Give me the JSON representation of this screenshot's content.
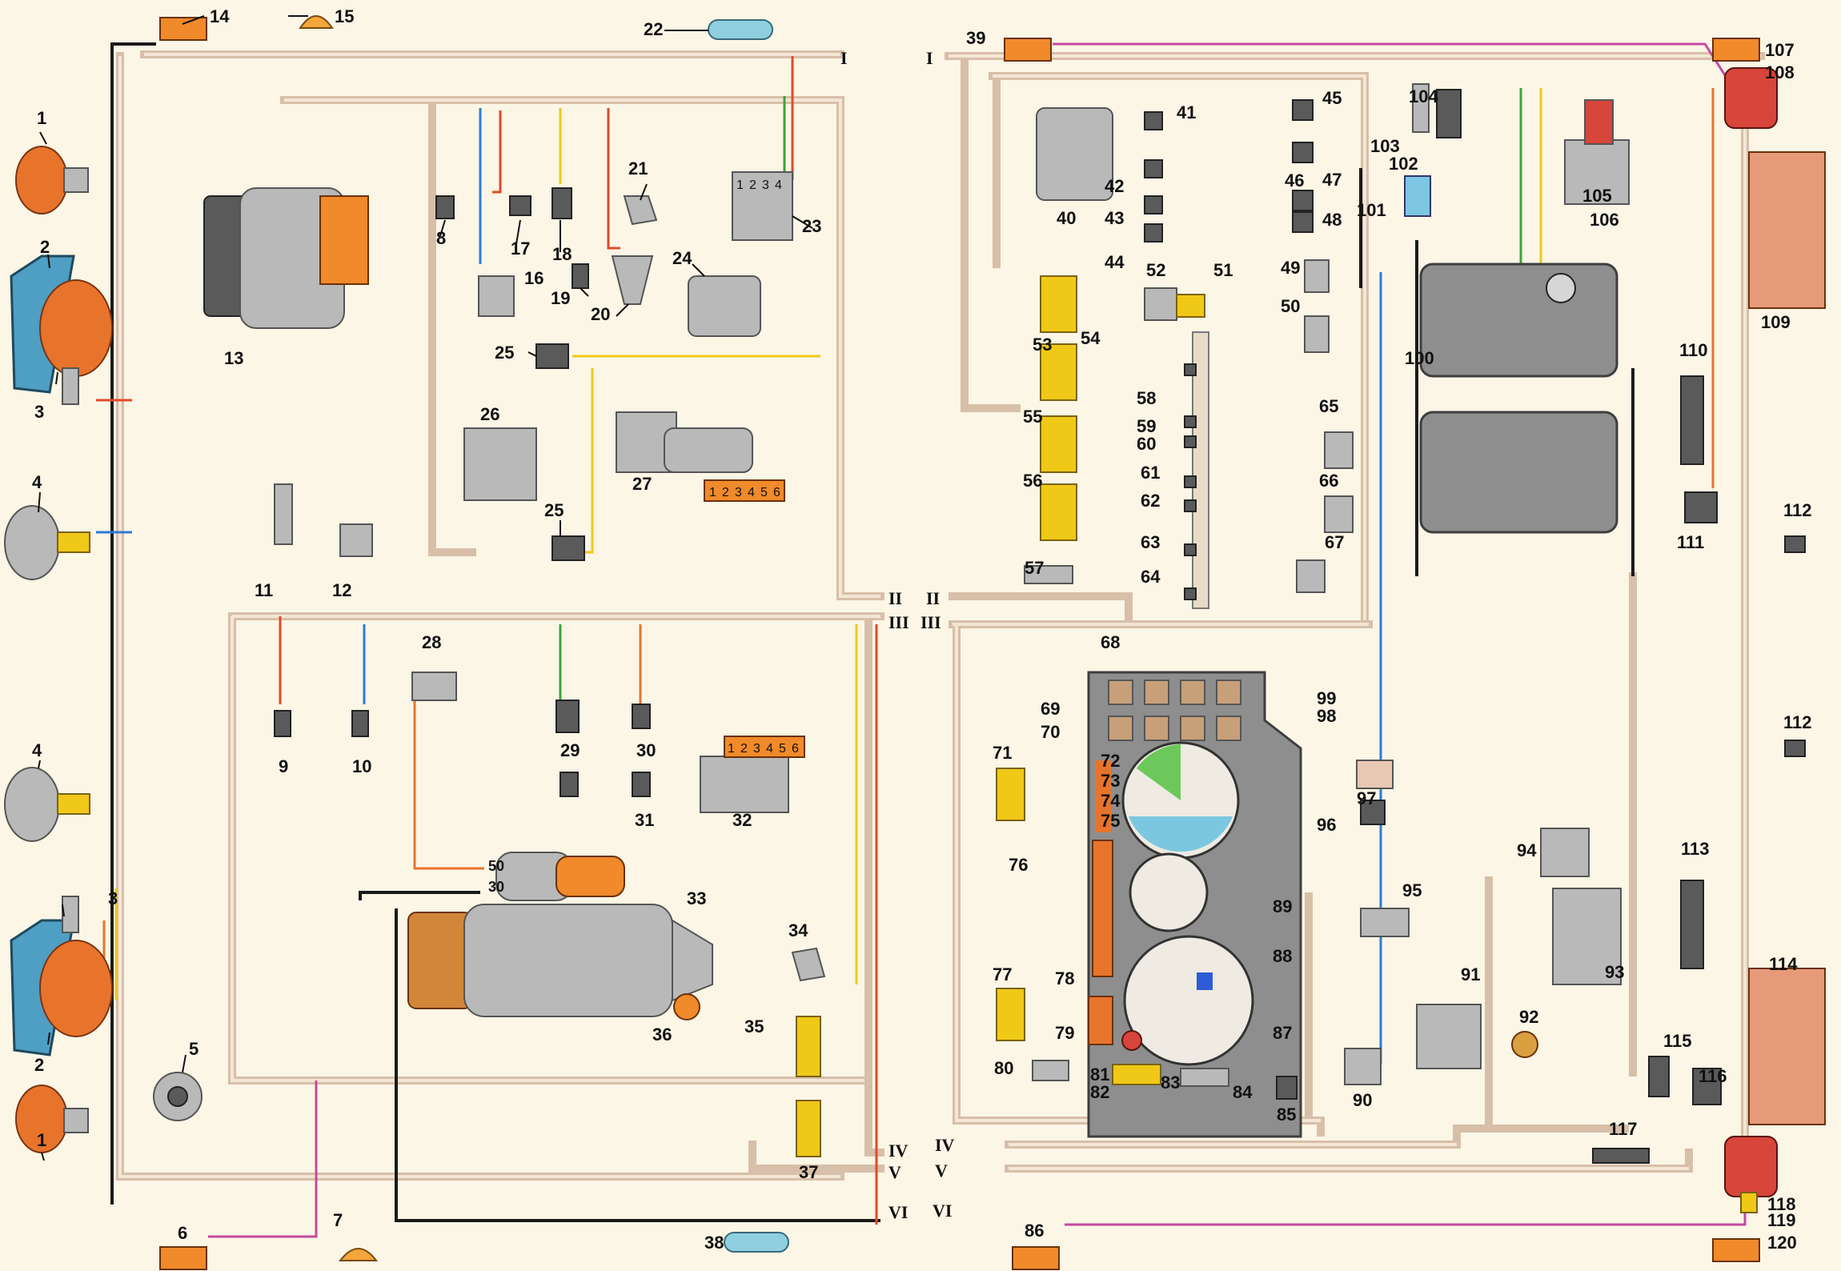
{
  "colors": {
    "background": "#fbf6e6",
    "harness": "#d8bfa9",
    "lamp_orange": "#e8742c",
    "connector_yellow": "#f0c818",
    "wire_black": "#1a1a1a"
  },
  "harness_labels": [
    "I",
    "II",
    "III",
    "IV",
    "V",
    "VI"
  ],
  "components": [
    {
      "num": "1"
    },
    {
      "num": "2"
    },
    {
      "num": "3"
    },
    {
      "num": "4"
    },
    {
      "num": "5"
    },
    {
      "num": "6"
    },
    {
      "num": "7"
    },
    {
      "num": "8"
    },
    {
      "num": "9"
    },
    {
      "num": "10"
    },
    {
      "num": "11"
    },
    {
      "num": "12"
    },
    {
      "num": "13"
    },
    {
      "num": "14"
    },
    {
      "num": "15"
    },
    {
      "num": "16"
    },
    {
      "num": "17"
    },
    {
      "num": "18"
    },
    {
      "num": "19"
    },
    {
      "num": "20"
    },
    {
      "num": "21"
    },
    {
      "num": "22"
    },
    {
      "num": "23"
    },
    {
      "num": "24"
    },
    {
      "num": "25"
    },
    {
      "num": "26"
    },
    {
      "num": "27"
    },
    {
      "num": "28"
    },
    {
      "num": "29"
    },
    {
      "num": "30"
    },
    {
      "num": "31"
    },
    {
      "num": "32"
    },
    {
      "num": "33"
    },
    {
      "num": "34"
    },
    {
      "num": "35"
    },
    {
      "num": "36"
    },
    {
      "num": "37"
    },
    {
      "num": "38"
    },
    {
      "num": "39"
    },
    {
      "num": "40"
    },
    {
      "num": "41"
    },
    {
      "num": "42"
    },
    {
      "num": "43"
    },
    {
      "num": "44"
    },
    {
      "num": "45"
    },
    {
      "num": "46"
    },
    {
      "num": "47"
    },
    {
      "num": "48"
    },
    {
      "num": "49"
    },
    {
      "num": "50"
    },
    {
      "num": "51"
    },
    {
      "num": "52"
    },
    {
      "num": "53"
    },
    {
      "num": "54"
    },
    {
      "num": "55"
    },
    {
      "num": "56"
    },
    {
      "num": "57"
    },
    {
      "num": "58"
    },
    {
      "num": "59"
    },
    {
      "num": "60"
    },
    {
      "num": "61"
    },
    {
      "num": "62"
    },
    {
      "num": "63"
    },
    {
      "num": "64"
    },
    {
      "num": "65"
    },
    {
      "num": "66"
    },
    {
      "num": "67"
    },
    {
      "num": "68"
    },
    {
      "num": "69"
    },
    {
      "num": "70"
    },
    {
      "num": "71"
    },
    {
      "num": "72"
    },
    {
      "num": "73"
    },
    {
      "num": "74"
    },
    {
      "num": "75"
    },
    {
      "num": "76"
    },
    {
      "num": "77"
    },
    {
      "num": "78"
    },
    {
      "num": "79"
    },
    {
      "num": "80"
    },
    {
      "num": "81"
    },
    {
      "num": "82"
    },
    {
      "num": "83"
    },
    {
      "num": "84"
    },
    {
      "num": "85"
    },
    {
      "num": "86"
    },
    {
      "num": "87"
    },
    {
      "num": "88"
    },
    {
      "num": "89"
    },
    {
      "num": "90"
    },
    {
      "num": "91"
    },
    {
      "num": "92"
    },
    {
      "num": "93"
    },
    {
      "num": "94"
    },
    {
      "num": "95"
    },
    {
      "num": "96"
    },
    {
      "num": "97"
    },
    {
      "num": "98"
    },
    {
      "num": "99"
    },
    {
      "num": "100"
    },
    {
      "num": "101"
    },
    {
      "num": "102"
    },
    {
      "num": "103"
    },
    {
      "num": "104"
    },
    {
      "num": "105"
    },
    {
      "num": "106"
    },
    {
      "num": "107"
    },
    {
      "num": "108"
    },
    {
      "num": "109"
    },
    {
      "num": "110"
    },
    {
      "num": "111"
    },
    {
      "num": "112"
    },
    {
      "num": "113"
    },
    {
      "num": "114"
    },
    {
      "num": "115"
    },
    {
      "num": "116"
    },
    {
      "num": "117"
    },
    {
      "num": "118"
    },
    {
      "num": "119"
    },
    {
      "num": "120"
    }
  ],
  "terminal_labels": {
    "starter_50": "50",
    "starter_30": "30",
    "relay_pins": [
      "1",
      "2",
      "3",
      "4"
    ],
    "motor_pins": [
      "1",
      "2",
      "3",
      "4",
      "5",
      "6"
    ],
    "wiper_switch_pins": [
      "1",
      "2",
      "3",
      "4",
      "5",
      "6"
    ]
  }
}
